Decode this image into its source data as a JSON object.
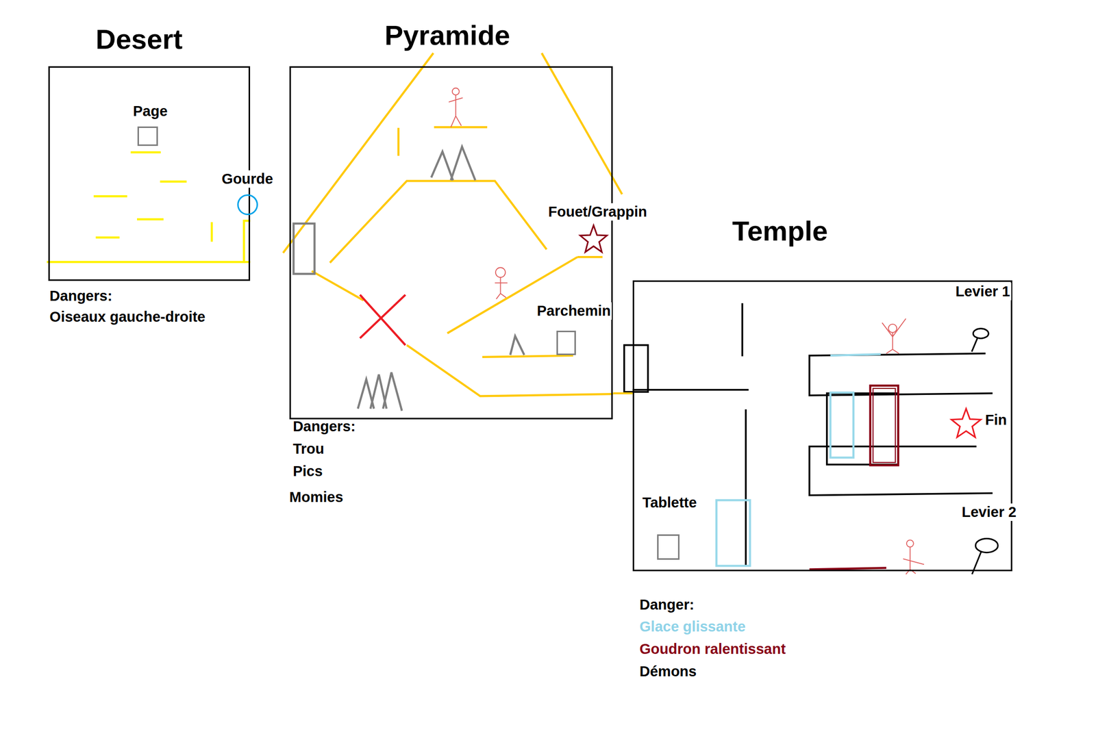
{
  "diagram": {
    "nodes": [
      {
        "text": [
          "Desert"
        ]
      },
      {
        "text": [
          "Page"
        ],
        "in": 0
      },
      {
        "text": [
          "Gourde"
        ],
        "in": 0
      },
      {
        "text": [
          "Pyramide"
        ]
      },
      {
        "text": [
          "Fouet/Grappin"
        ],
        "in": 3
      },
      {
        "text": [
          "Parchemin"
        ],
        "in": 3
      },
      {
        "text": [
          "Temple"
        ]
      },
      {
        "text": [
          "Levier 1"
        ],
        "in": 6
      },
      {
        "text": [
          "Fin"
        ],
        "in": 6
      },
      {
        "text": [
          "Tablette"
        ],
        "in": 6
      },
      {
        "text": [
          "Levier 2"
        ],
        "in": 6
      }
    ],
    "edges": [
      {
        "from": 3,
        "to": 6,
        "arrow": "none"
      }
    ],
    "labels": [
      "Dangers:",
      "Oiseaux gauche-droite",
      "Dangers:",
      "Trou",
      "Pics",
      "Momies",
      "Danger:",
      "Glace glissante",
      "Goudron ralentissant",
      "Démons"
    ]
  }
}
